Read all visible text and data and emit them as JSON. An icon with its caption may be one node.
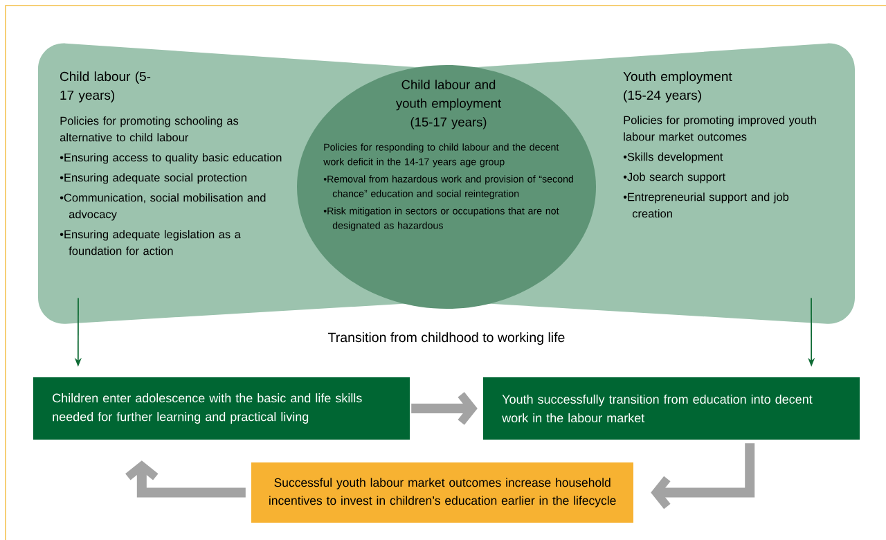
{
  "diagram": {
    "nodes": [
      {
        "text": [
          "Child labour (5-17 years)",
          "Policies for promoting schooling as alternative to child labour",
          "•Ensuring access to quality basic education",
          "•Ensuring adequate social protection",
          "•Communication, social mobilisation and advocacy",
          "•Ensuring adequate legislation as a foundation for action"
        ]
      },
      {
        "text": [
          "Child labour and youth employment (15-17 years)",
          "Policies for responding to child labour and the decent work deficit in the 14-17 years age group",
          "•Removal from hazardous work and provision of “second chance” education and social reintegration",
          "•Risk mitigation in sectors or occupations that are not designated as hazardous"
        ]
      },
      {
        "text": [
          "Youth employment (15-24 years)",
          "Policies for promoting improved youth labour market outcomes",
          "•Skills development",
          "•Job search support",
          "•Entrepreneurial support and job creation"
        ]
      },
      {
        "text": [
          "Children enter adolescence with the basic and life skills needed for further learning and practical living"
        ]
      },
      {
        "text": [
          "Youth successfully transition from education into decent work in the labour market"
        ]
      },
      {
        "text": [
          "Successful youth labour market outcomes increase household incentives to invest in children’s education earlier in the lifecycle"
        ]
      }
    ],
    "edges": [
      {
        "from": 0,
        "to": 3,
        "arrow": "to",
        "color": "#0f6b35"
      },
      {
        "from": 2,
        "to": 4,
        "arrow": "to",
        "color": "#0f6b35"
      },
      {
        "from": 3,
        "to": 4,
        "arrow": "to"
      },
      {
        "from": 4,
        "to": 5,
        "arrow": "to"
      },
      {
        "from": 5,
        "to": 3,
        "arrow": "to"
      }
    ],
    "labels": [
      "Transition from childhood to working life"
    ]
  }
}
